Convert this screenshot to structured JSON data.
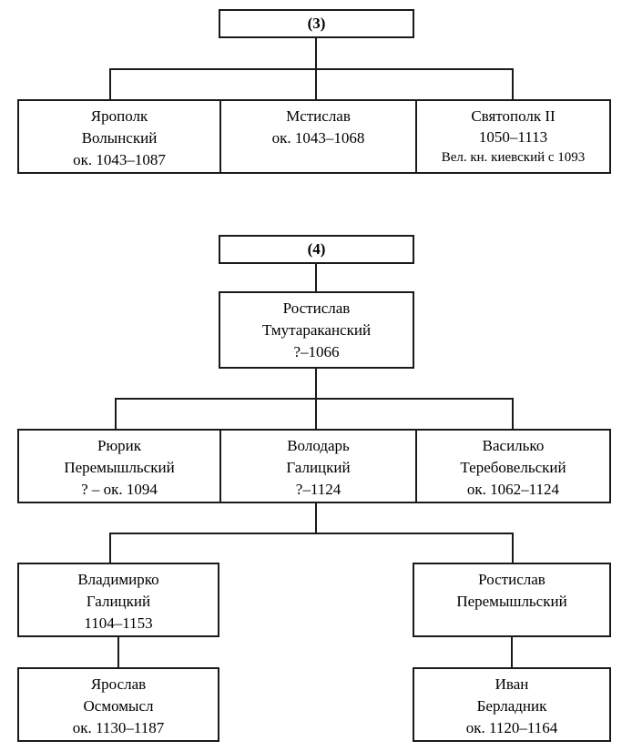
{
  "diagram": {
    "title_visible": false,
    "sections": [
      {
        "tag": "(3)",
        "generations": [
          {
            "people": [
              {
                "lines": [
                  "Ярополк",
                  "Волынский",
                  "ок. 1043–1087"
                ]
              },
              {
                "lines": [
                  "Мстислав",
                  "ок. 1043–1068"
                ]
              },
              {
                "lines": [
                  "Святополк II",
                  "1050–1113",
                  "Вел. кн. киевский с 1093"
                ]
              }
            ]
          }
        ]
      },
      {
        "tag": "(4)",
        "generations": [
          {
            "people": [
              {
                "lines": [
                  "Ростислав",
                  "Тмутараканский",
                  "?–1066"
                ]
              }
            ]
          },
          {
            "people": [
              {
                "lines": [
                  "Рюрик",
                  "Перемышльский",
                  "? – ок. 1094"
                ]
              },
              {
                "lines": [
                  "Володарь",
                  "Галицкий",
                  "?–1124"
                ]
              },
              {
                "lines": [
                  "Василько",
                  "Теребовельский",
                  "ок. 1062–1124"
                ]
              }
            ]
          },
          {
            "people": [
              {
                "lines": [
                  "Владимирко",
                  "Галицкий",
                  "1104–1153"
                ]
              },
              {
                "lines": [
                  "Ростислав",
                  "Перемышльский"
                ]
              }
            ]
          },
          {
            "people": [
              {
                "lines": [
                  "Ярослав",
                  "Осмомысл",
                  "ок. 1130–1187"
                ]
              },
              {
                "lines": [
                  "Иван",
                  "Берладник",
                  "ок. 1120–1164"
                ]
              }
            ]
          }
        ]
      }
    ],
    "colors": {
      "stroke": "#1a1a1a",
      "background": "#ffffff",
      "text": "#000000"
    }
  }
}
